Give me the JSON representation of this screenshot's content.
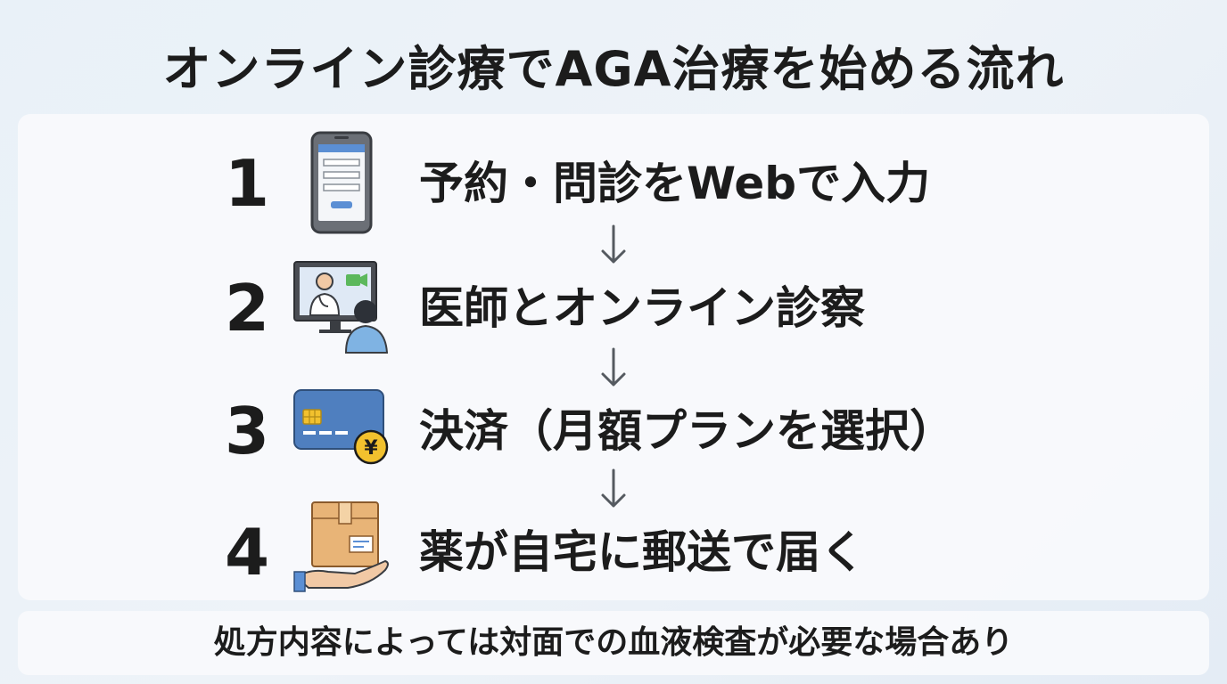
{
  "title": "オンライン診療でAGA治療を始める流れ",
  "steps": [
    {
      "number": "1",
      "label": "予約・問診をWebで入力",
      "icon": "smartphone-form-icon"
    },
    {
      "number": "2",
      "label": "医師とオンライン診察",
      "icon": "video-consultation-icon"
    },
    {
      "number": "3",
      "label": "決済（月額プランを選択）",
      "icon": "credit-card-yen-icon"
    },
    {
      "number": "4",
      "label": "薬が自宅に郵送で届く",
      "icon": "package-hand-icon"
    }
  ],
  "note": "処方内容によっては対面での血液検査が必要な場合あり",
  "colors": {
    "text": "#1c1c1c",
    "accent_blue": "#5b8fd4",
    "card_blue": "#4f7fbf",
    "coin_yellow": "#f2c12e",
    "box_tan": "#e8b477"
  }
}
